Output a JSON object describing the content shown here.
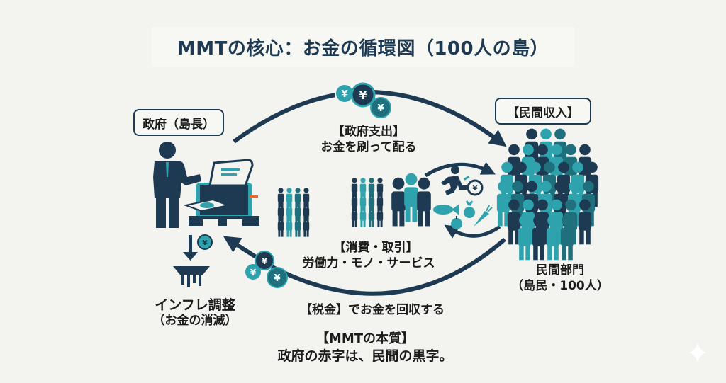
{
  "title": "MMTの核心：お金の循環図（100人の島）",
  "government": {
    "label": "政府（島長）"
  },
  "private_income": {
    "label": "【民間収入】"
  },
  "government_spending": {
    "heading": "【政府支出】",
    "text": "お金を刷って配る"
  },
  "consumption": {
    "heading": "【消費・取引】",
    "text": "労働力・モノ・サービス"
  },
  "private_sector": {
    "heading": "民間部門",
    "text": "（島民・100人）"
  },
  "inflation": {
    "heading": "インフレ調整",
    "text": "（お金の消滅）"
  },
  "tax": {
    "text": "【税金】でお金を回収する"
  },
  "essence": {
    "heading": "【MMTの本質】",
    "text": "政府の赤字は、民間の黒字。"
  },
  "icons": {
    "coin_symbol": "¥"
  },
  "colors": {
    "navy": "#1d3a52",
    "teal": "#2fa3ad",
    "dark_teal": "#1f6f7c",
    "orange": "#e06a2c",
    "background": "#f3f3ef"
  }
}
